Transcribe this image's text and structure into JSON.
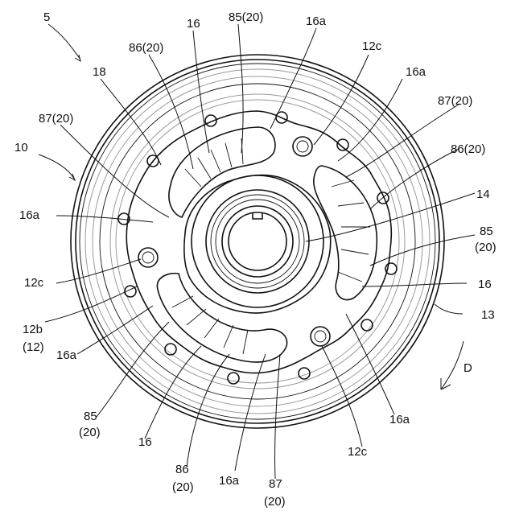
{
  "figure": {
    "labels": {
      "ref_5": "5",
      "ref_10": "10",
      "ref_18": "18",
      "ref_16_top": "16",
      "ref_85_20_top": "85(20)",
      "ref_86_20_top": "86(20)",
      "ref_16a_top": "16a",
      "ref_12c_top": "12c",
      "ref_16a_upper_right": "16a",
      "ref_87_20_right": "87(20)",
      "ref_86_20_right": "86(20)",
      "ref_87_20_left": "87(20)",
      "ref_16a_left": "16a",
      "ref_14": "14",
      "ref_85_right": "85",
      "ref_20_right": "(20)",
      "ref_12c_left": "12c",
      "ref_16_right": "16",
      "ref_12b": "12b",
      "ref_12_paren": "(12)",
      "ref_13": "13",
      "ref_16a_lower_left": "16a",
      "ref_D": "D",
      "ref_85_lower": "85",
      "ref_20_lower_a": "(20)",
      "ref_16_lower": "16",
      "ref_16a_lower_right": "16a",
      "ref_12c_bottom": "12c",
      "ref_86_bottom": "86",
      "ref_20_bottom_a": "(20)",
      "ref_16a_bottom": "16a",
      "ref_87_bottom": "87",
      "ref_20_bottom_b": "(20)"
    }
  }
}
